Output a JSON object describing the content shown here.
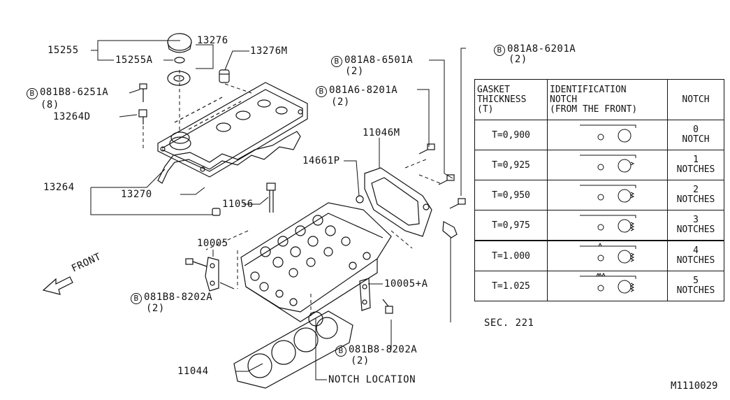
{
  "labels": {
    "p15255": "15255",
    "p15255a": "15255A",
    "p13276": "13276",
    "p13276m": "13276M",
    "b1_part": "081B8-6251A",
    "b1_qty": "(8)",
    "p13264d": "13264D",
    "p13264": "13264",
    "p13270": "13270",
    "b2_part": "081A8-6501A",
    "b2_qty": "(2)",
    "b3_part": "081A6-8201A",
    "b3_qty": "(2)",
    "b4_part": "081A8-6201A",
    "b4_qty": "(2)",
    "p11046m": "11046M",
    "p14661p": "14661P",
    "p11056": "11056",
    "p10005": "10005",
    "b5_part": "081B8-8202A",
    "b5_qty": "(2)",
    "p10005a": "10005+A",
    "sec221": "SEC. 221",
    "b6_part": "081B8-8202A",
    "b6_qty": "(2)",
    "p11044": "11044",
    "notch_location": "NOTCH LOCATION",
    "front": "FRONT",
    "bolt_marker": "B",
    "code": "M1110029"
  },
  "table": {
    "header": {
      "col1": [
        "GASKET",
        "THICKNESS",
        "(T)"
      ],
      "col2": [
        "IDENTIFICATION",
        "NOTCH",
        "(FROM THE FRONT)"
      ],
      "col3": "NOTCH"
    },
    "rows": [
      {
        "thickness": "T=0,900",
        "notch_num": "0",
        "notch_word": "NOTCH",
        "notches": 0
      },
      {
        "thickness": "T=0,925",
        "notch_num": "1",
        "notch_word": "NOTCHES",
        "notches": 1
      },
      {
        "thickness": "T=0,950",
        "notch_num": "2",
        "notch_word": "NOTCHES",
        "notches": 2
      },
      {
        "thickness": "T=0,975",
        "notch_num": "3",
        "notch_word": "NOTCHES",
        "notches": 3
      },
      {
        "thickness": "T=1.000",
        "notch_num": "4",
        "notch_word": "NOTCHES",
        "notches": 4
      },
      {
        "thickness": "T=1.025",
        "notch_num": "5",
        "notch_word": "NOTCHES",
        "notches": 5
      }
    ]
  }
}
